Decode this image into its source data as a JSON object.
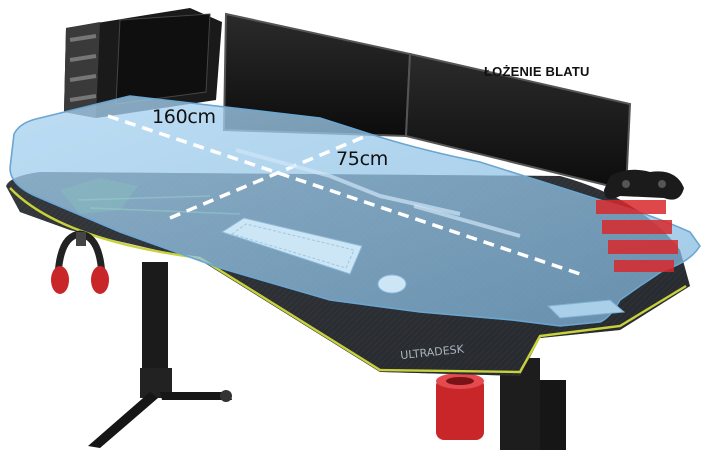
{
  "image": {
    "subject": "gaming desk product render with dimension overlay",
    "caption_text": "ŁOŻENIE BLATU",
    "dimensions": {
      "width_label": "160cm",
      "depth_label": "75cm"
    },
    "brand_text": "ULTRADESK",
    "colors": {
      "overlay": "#8fc3e6",
      "overlay_edge": "#6aa6d2",
      "desk_surface": "#2a2d31",
      "trim": "#c9d23a",
      "accent_red": "#d8282c"
    }
  }
}
